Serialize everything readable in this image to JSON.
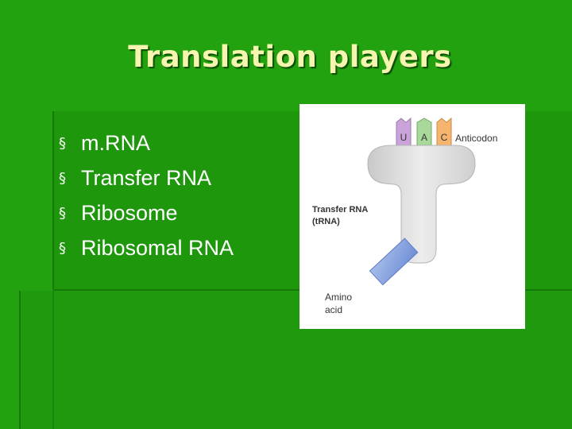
{
  "slide": {
    "title": "Translation players",
    "bullet_marker": "§",
    "bullets": [
      "m.RNA",
      "Transfer RNA",
      "Ribosome",
      "Ribosomal RNA"
    ]
  },
  "figure": {
    "anticodon_bases": [
      "U",
      "A",
      "C"
    ],
    "anticodon_label": "Anticodon",
    "trna_label_line1": "Transfer RNA",
    "trna_label_line2": "(tRNA)",
    "amino_label_line1": "Amino",
    "amino_label_line2": "acid"
  },
  "colors": {
    "background": "#22a20f",
    "title": "#f5f5b0",
    "base_U": "#c9a3d9",
    "base_A": "#a8d89a",
    "base_C": "#f5b56f",
    "amino_acid": "#8ea9df"
  }
}
